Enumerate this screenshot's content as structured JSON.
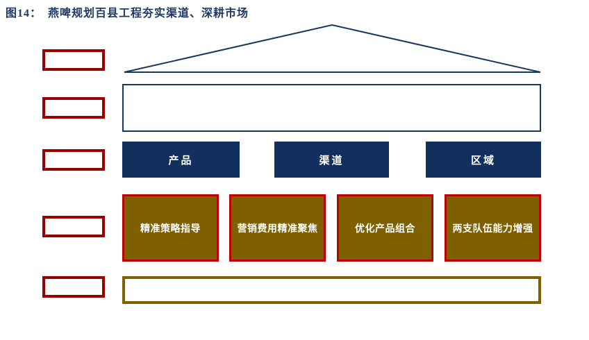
{
  "figure": {
    "label": "图14：",
    "title": "燕啤规划百县工程夯实渠道、深耕市场"
  },
  "left_boxes": [
    {
      "label": ""
    },
    {
      "label": ""
    },
    {
      "label": ""
    },
    {
      "label": ""
    },
    {
      "label": ""
    }
  ],
  "pillars": [
    {
      "label": "产品"
    },
    {
      "label": "渠道"
    },
    {
      "label": "区域"
    }
  ],
  "strategies": [
    {
      "label": "精准策略指导"
    },
    {
      "label": "营销费用精准聚焦"
    },
    {
      "label": "优化产品组合"
    },
    {
      "label": "两支队伍能力增强"
    }
  ],
  "colors": {
    "title_text": "#1F3864",
    "navy_outline": "#17375D",
    "navy_fill": "#12305E",
    "side_box_red": "#990000",
    "strategy_border_red": "#C00000",
    "gold_fill": "#7F6000",
    "gold_outline": "#806000",
    "box_text": "#FFFFFF",
    "background": "#FFFFFF"
  }
}
